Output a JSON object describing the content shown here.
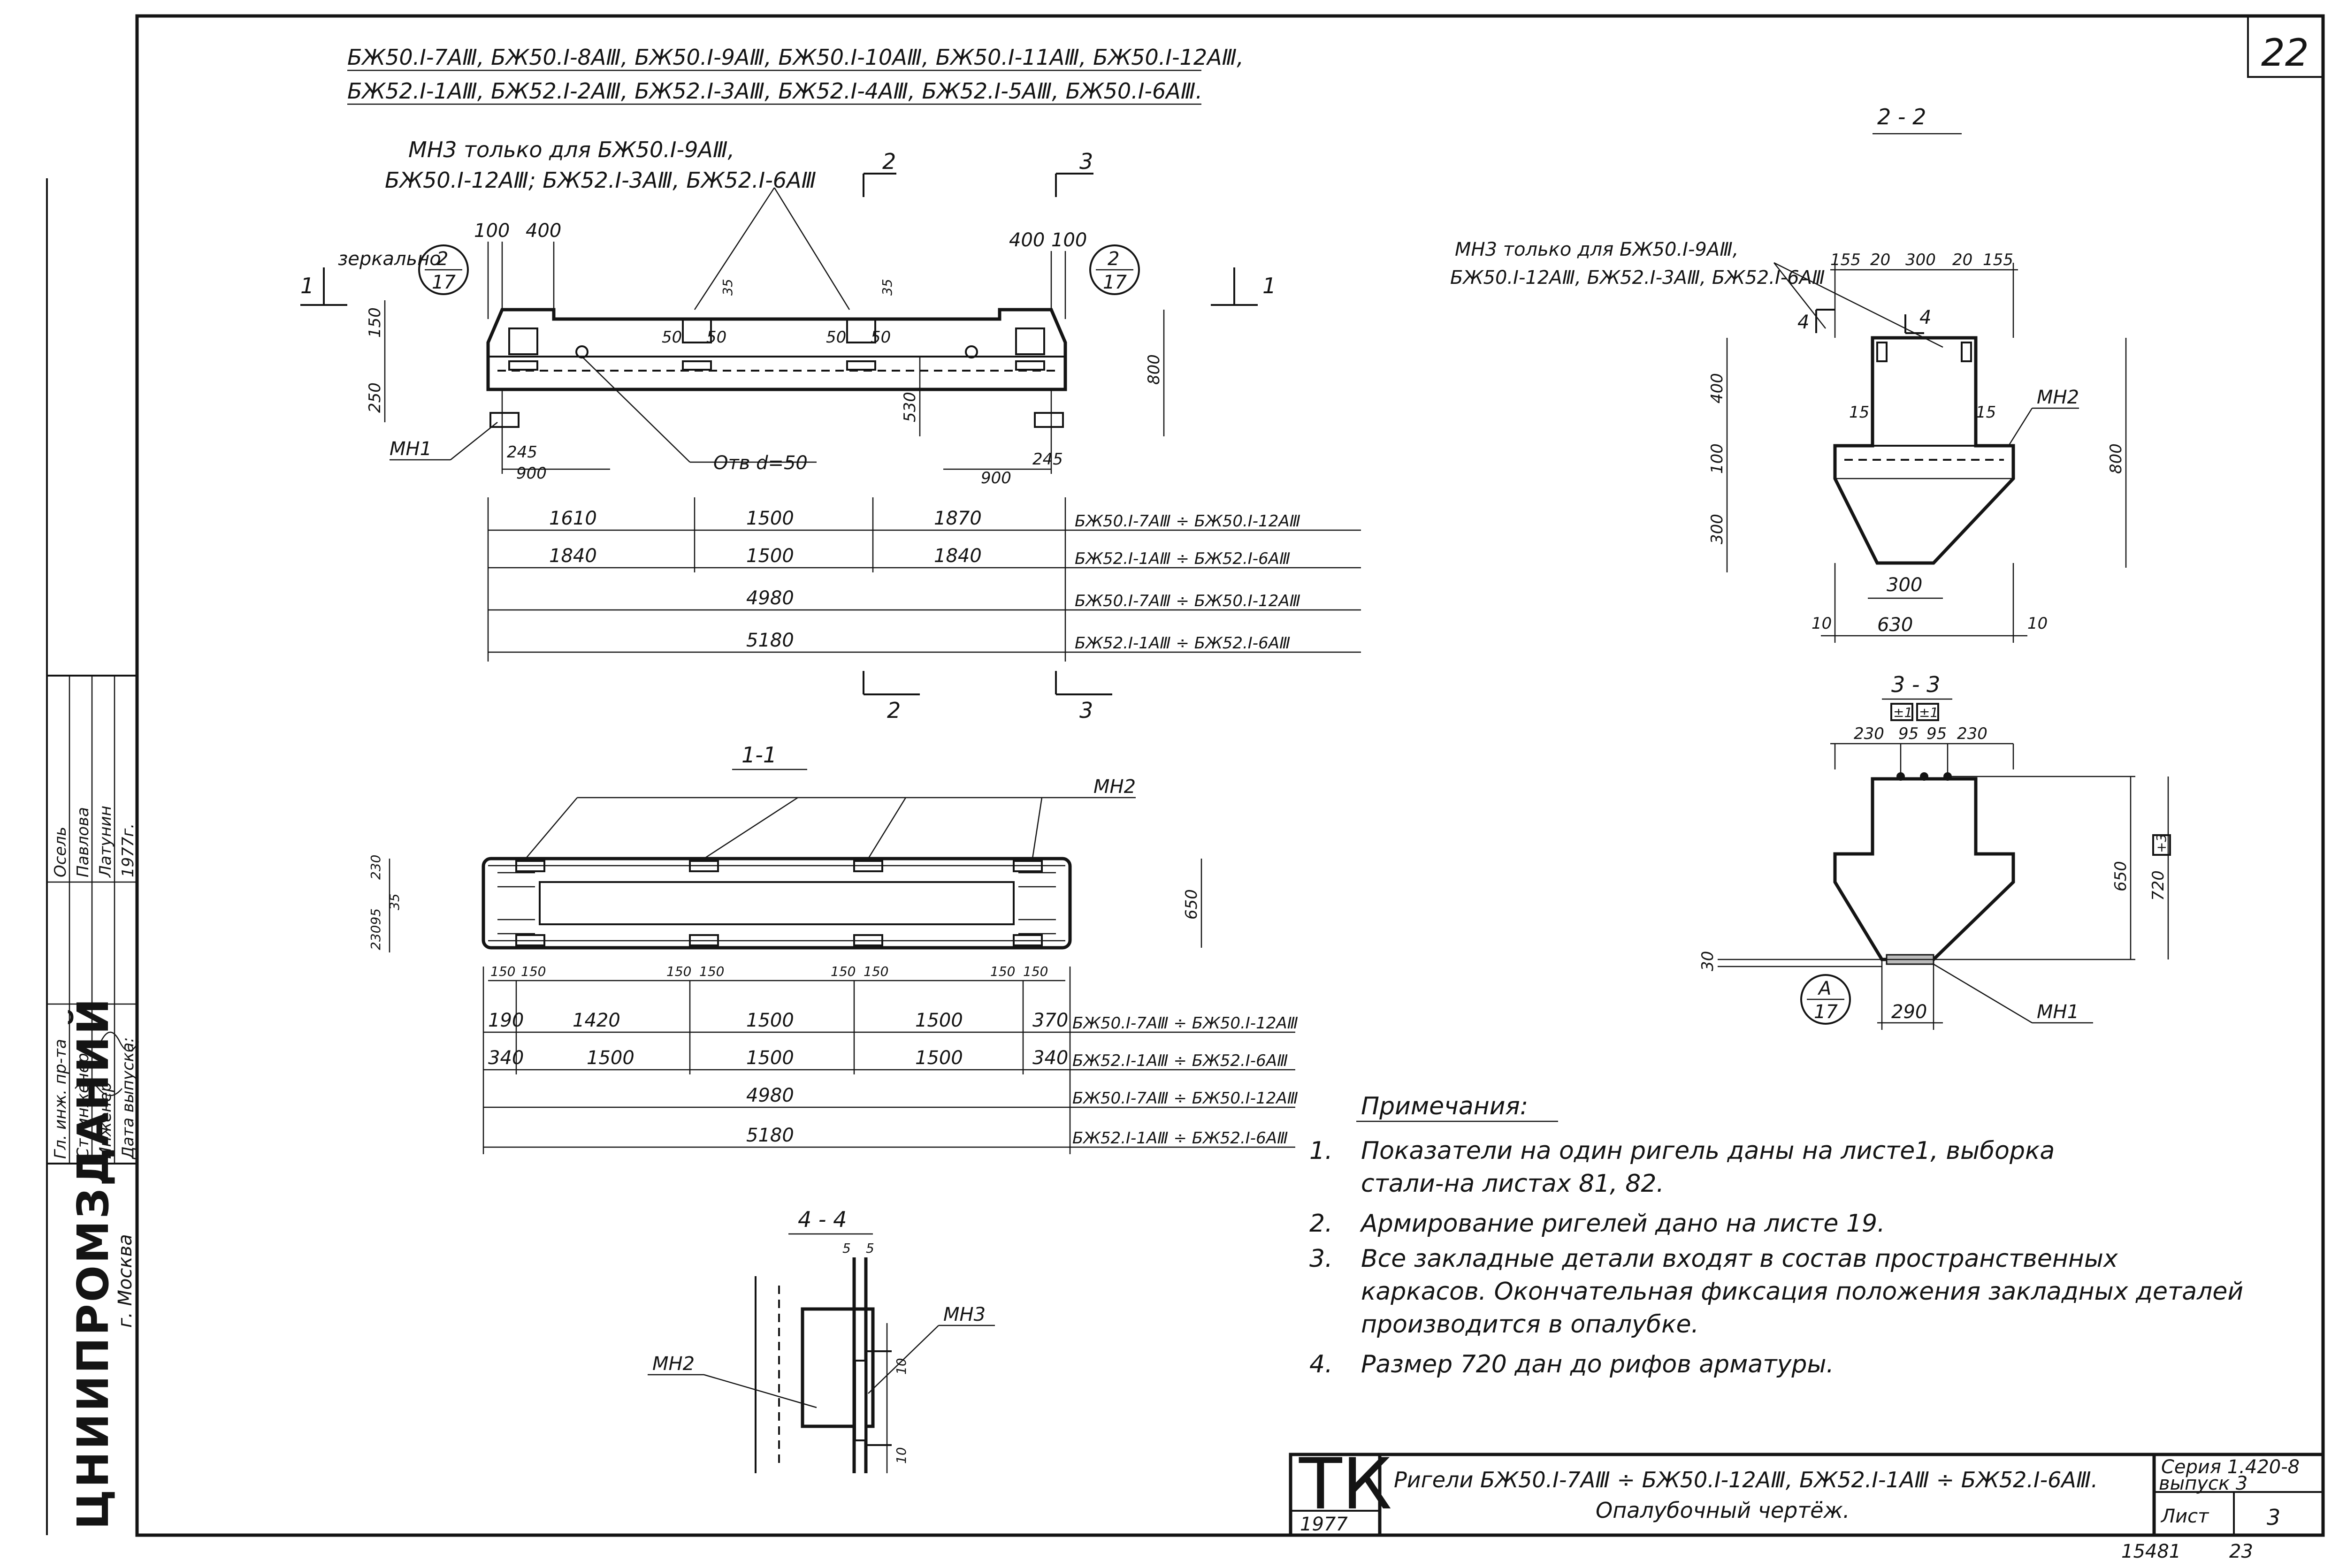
{
  "sheet_number": "22",
  "bottom_numbers": {
    "archive": "15481",
    "page": "23"
  },
  "header_marks": {
    "line1": "БЖ50.I-7AⅢ, БЖ50.I-8AⅢ, БЖ50.I-9AⅢ, БЖ50.I-10AⅢ, БЖ50.I-11AⅢ, БЖ50.I-12AⅢ,",
    "line2": "БЖ52.I-1AⅢ, БЖ52.I-2AⅢ, БЖ52.I-3AⅢ, БЖ52.I-4AⅢ, БЖ52.I-5AⅢ, БЖ50.I-6AⅢ."
  },
  "elevation": {
    "mn3_note_line1": "МН3 только для БЖ50.I-9AⅢ,",
    "mn3_note_line2": "БЖ50.I-12AⅢ; БЖ52.I-3AⅢ, БЖ52.I-6AⅢ",
    "mirror_label": "зеркально",
    "callout_left": {
      "top": "2",
      "bottom": "17"
    },
    "callout_right": {
      "top": "2",
      "bottom": "17"
    },
    "section_marks": {
      "s1": "1",
      "s2": "2",
      "s3": "3"
    },
    "dims": {
      "d100_l": "100",
      "d400_l": "400",
      "d400_r": "400",
      "d100_r": "100",
      "d150": "150",
      "d250": "250",
      "d35_a": "35",
      "d35_b": "35",
      "d50_1": "50",
      "d50_2": "50",
      "d50_3": "50",
      "d50_4": "50",
      "d530": "530",
      "d800": "800",
      "d245_l": "245",
      "d245_r": "245",
      "d900_l": "900",
      "d900_r": "900"
    },
    "hole_label": "Отв d=50",
    "mn1_label": "МН1",
    "rows": [
      {
        "values": [
          "1610",
          "1500",
          "1870"
        ],
        "mark": "БЖ50.I-7AⅢ ÷ БЖ50.I-12AⅢ"
      },
      {
        "values": [
          "1840",
          "1500",
          "1840"
        ],
        "mark": "БЖ52.I-1AⅢ ÷ БЖ52.I-6AⅢ"
      },
      {
        "values": [
          "4980"
        ],
        "mark": "БЖ50.I-7AⅢ ÷ БЖ50.I-12AⅢ"
      },
      {
        "values": [
          "5180"
        ],
        "mark": "БЖ52.I-1AⅢ ÷ БЖ52.I-6AⅢ"
      }
    ]
  },
  "plan": {
    "title": "1-1",
    "mn2_label": "МН2",
    "dims_left": {
      "d230": "230",
      "d35": "35",
      "d2309": "23095"
    },
    "d650": "650",
    "pair150": [
      "150",
      "150",
      "150",
      "150",
      "150",
      "150",
      "150",
      "150"
    ],
    "rows": [
      {
        "values": [
          "190",
          "1420",
          "1500",
          "1500",
          "370"
        ],
        "mark": "БЖ50.I-7AⅢ ÷ БЖ50.I-12AⅢ"
      },
      {
        "values": [
          "340",
          "1500",
          "1500",
          "1500",
          "340"
        ],
        "mark": "БЖ52.I-1AⅢ ÷ БЖ52.I-6AⅢ"
      },
      {
        "values": [
          "4980"
        ],
        "mark": "БЖ50.I-7AⅢ ÷ БЖ50.I-12AⅢ"
      },
      {
        "values": [
          "5180"
        ],
        "mark": "БЖ52.I-1AⅢ ÷ БЖ52.I-6AⅢ"
      }
    ]
  },
  "section22": {
    "title": "2 - 2",
    "mn3_note_line1": "МН3 только для БЖ50.I-9AⅢ,",
    "mn3_note_line2": "БЖ50.I-12AⅢ, БЖ52.I-3AⅢ, БЖ52.I-6AⅢ",
    "top_dims": [
      "155",
      "20",
      "300",
      "20",
      "155"
    ],
    "cut": "4",
    "d400": "400",
    "d100": "100",
    "d300": "300",
    "d800": "800",
    "d15_l": "15",
    "d15_r": "15",
    "mn2_label": "МН2",
    "bottom_300": "300",
    "bottom_630": "630",
    "d10_l": "10",
    "d10_r": "10"
  },
  "section33": {
    "title": "3 - 3",
    "boxes": [
      "±1",
      "±1"
    ],
    "top_dims": [
      "230",
      "95",
      "95",
      "230"
    ],
    "d650": "650",
    "d720": "720",
    "d720_box": "+3",
    "d30": "30",
    "bottom_290": "290",
    "callout": {
      "top": "A",
      "bottom": "17"
    },
    "mn1_label": "МН1"
  },
  "section44": {
    "title": "4 - 4",
    "d5a": "5",
    "d5b": "5",
    "d10a": "10",
    "d10b": "10",
    "mn3_label": "МН3",
    "mn2_label": "МН2"
  },
  "notes": {
    "title": "Примечания:",
    "items": [
      {
        "n": "1.",
        "lines": [
          "Показатели на один ригель даны на листе1, выборка",
          "стали-на листах 81, 82."
        ]
      },
      {
        "n": "2.",
        "lines": [
          "Армирование ригелей дано на листе 19."
        ]
      },
      {
        "n": "3.",
        "lines": [
          "Все закладные детали входят в состав пространственных",
          "каркасов. Окончательная фиксация положения закладных деталей",
          "производится в опалубке."
        ]
      },
      {
        "n": "4.",
        "lines": [
          "Размер 720 дан до рифов арматуры."
        ]
      }
    ]
  },
  "title_block": {
    "tk": "ТК",
    "year": "1977",
    "name_line1": "Ригели БЖ50.I-7AⅢ ÷ БЖ50.I-12AⅢ, БЖ52.I-1AⅢ ÷ БЖ52.I-6AⅢ.",
    "name_line2": "Опалубочный чертёж.",
    "series_line1": "Серия 1.420-8",
    "series_line2": "выпуск 3",
    "sheet_label": "Лист",
    "sheet_value": "3"
  },
  "left_strip": {
    "org": "ЦНИИПРОМЗДАНИЙ",
    "city": "г. Москва",
    "roles": [
      "Гл. инж. пр-та",
      "Ст. инженер",
      "Инженер",
      "Дата выпуска:"
    ],
    "names": [
      "Осель",
      "Павлова",
      "Латунин",
      "1977г."
    ]
  }
}
